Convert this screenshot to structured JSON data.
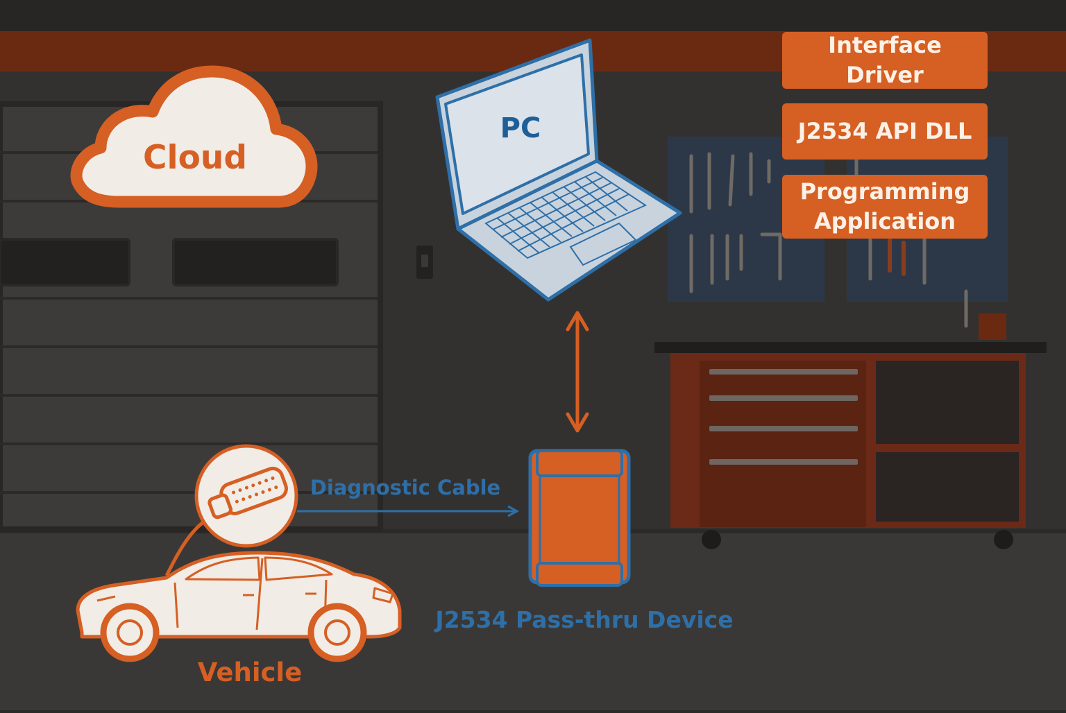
{
  "diagram": {
    "cloud_label": "Cloud",
    "pc_label": "PC",
    "cable_label": "Diagnostic Cable",
    "device_label": "J2534 Pass-thru Device",
    "vehicle_label": "Vehicle",
    "software_stack": [
      "Interface Driver",
      "J2534 API DLL",
      "Programming\nApplication"
    ]
  },
  "colors": {
    "accent_orange": "#d65f24",
    "accent_blue": "#2e6fa8",
    "light_fill": "#f1ece5",
    "background": "#2b2a29"
  },
  "icons": [
    "cloud-icon",
    "laptop-icon",
    "pass-thru-device-icon",
    "obd-connector-icon",
    "car-icon"
  ]
}
